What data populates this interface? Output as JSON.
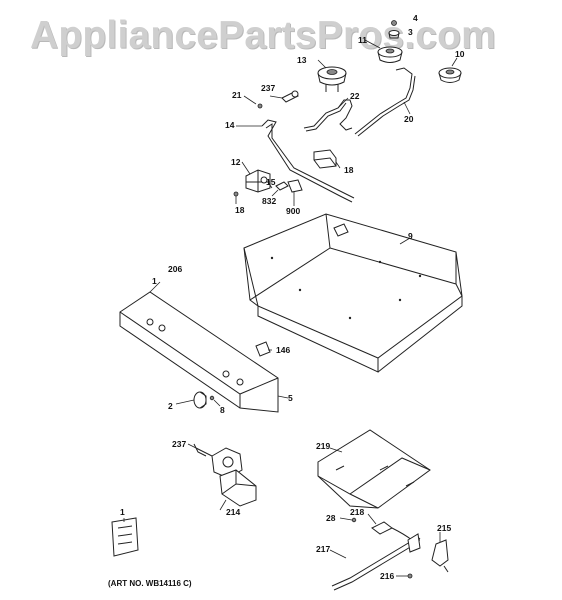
{
  "watermark": "AppliancePartsPros.com",
  "art_number": "(ART NO. WB14116 C)",
  "callouts": {
    "n4": "4",
    "n3": "3",
    "n11": "11",
    "n10": "10",
    "n13": "13",
    "n21": "21",
    "n237a": "237",
    "n22": "22",
    "n20": "20",
    "n14": "14",
    "n18a": "18",
    "n12": "12",
    "n15": "15",
    "n832": "832",
    "n900": "900",
    "n18b": "18",
    "n9": "9",
    "n1a": "1",
    "n206": "206",
    "n146": "146",
    "n2": "2",
    "n8": "8",
    "n5": "5",
    "n237b": "237",
    "n214": "214",
    "n219": "219",
    "n1b": "1",
    "n28": "28",
    "n218": "218",
    "n215": "215",
    "n217": "217",
    "n216": "216"
  }
}
